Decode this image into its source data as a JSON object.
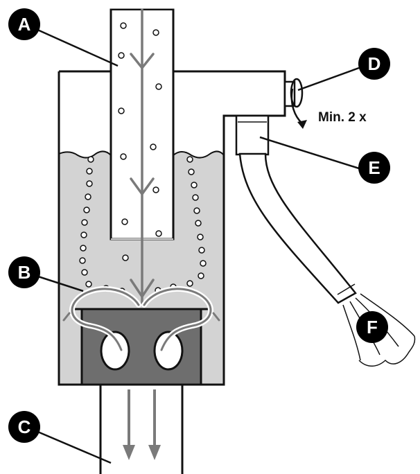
{
  "callouts": {
    "a": "A",
    "b": "B",
    "c": "C",
    "d": "D",
    "e": "E",
    "f": "F"
  },
  "turn_note": "Min. 2 x",
  "colors": {
    "outline": "#111111",
    "liquid": "#d3d3d3",
    "flow_arrow": "#7a7a7a",
    "chamber": "#6e6e6e",
    "badge": "#000000"
  }
}
